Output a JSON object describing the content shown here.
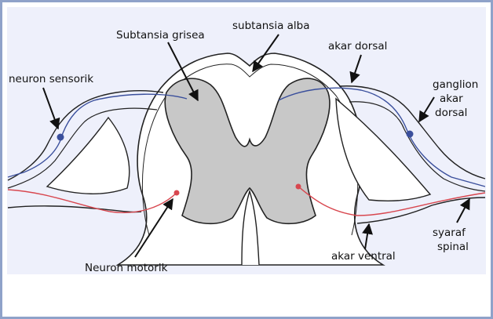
{
  "labels": {
    "substansia_grisea": "Subtansia grisea",
    "substansia_alba": "subtansia alba",
    "akar_dorsal": "akar dorsal",
    "neuron_sensorik": "neuron sensorik",
    "ganglion_line1": "ganglion",
    "ganglion_line2": "akar",
    "ganglion_line3": "dorsal",
    "neuron_motorik": "Neuron motorik",
    "akar_ventral": "akar ventral",
    "syaraf_line1": "syaraf",
    "syaraf_line2": "spinal"
  },
  "colors": {
    "frame": "#8fa2c9",
    "background": "#eef0fb",
    "grey_matter": "#c8c8c8",
    "outline": "#222222",
    "sensory_neuron": "#3a4f9c",
    "motor_neuron": "#d8474f"
  }
}
